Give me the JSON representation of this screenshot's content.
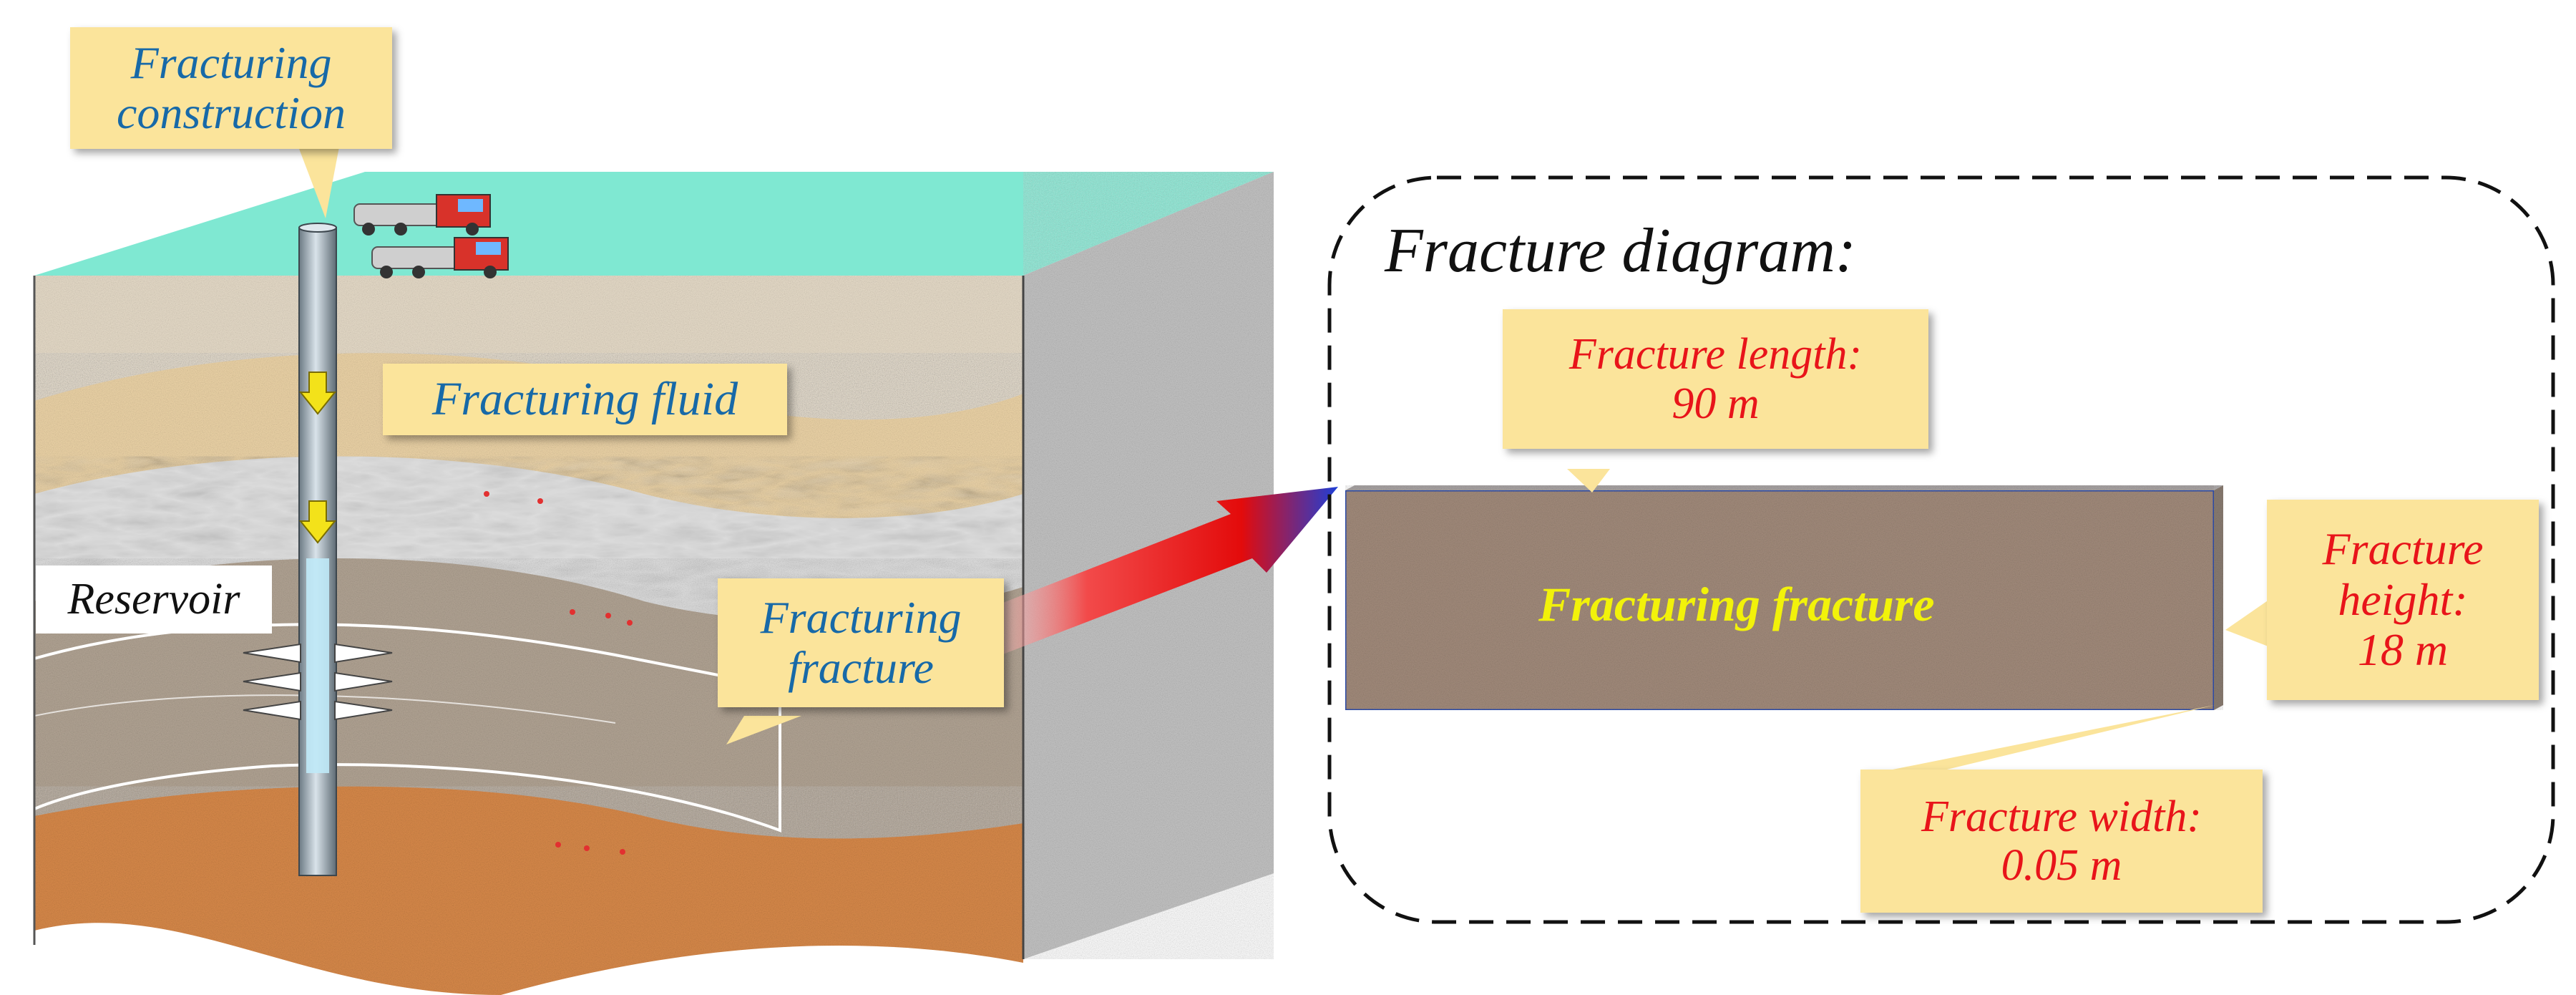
{
  "callouts": {
    "construction": {
      "line1": "Fracturing",
      "line2": "construction"
    },
    "fluid": "Fracturing fluid",
    "reservoir": "Reservoir",
    "fracture_left": {
      "line1": "Fracturing",
      "line2": "fracture"
    }
  },
  "diagram": {
    "title": "Fracture diagram:",
    "center_label": "Fracturing fracture",
    "length": {
      "label": "Fracture length:",
      "value": "90 m"
    },
    "height": {
      "line1": "Fracture",
      "line2": "height:",
      "value": "18 m"
    },
    "width": {
      "label": "Fracture width:",
      "value": "0.05 m"
    }
  },
  "colors": {
    "ground_top": "#7fe8d2",
    "layer_cream": "#e8ddca",
    "layer_sand": "#eed5a8",
    "layer_marble": "#dcdcdc",
    "layer_rock": "#b3a595",
    "layer_orange": "#d98a4a",
    "side_face": "#c4c4c4",
    "callout_fill": "#fbe49b",
    "blue_text": "#1769a8",
    "red_text": "#e8141a",
    "fracture_label": "#f2f20a"
  }
}
